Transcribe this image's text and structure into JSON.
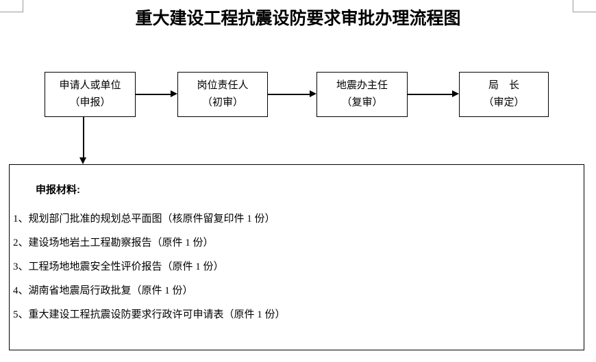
{
  "page": {
    "title": "重大建设工程抗震设防要求审批办理流程图",
    "background_color": "#ffffff",
    "line_color": "#000000",
    "crop_mark_color": "#9a9a9a"
  },
  "flow": {
    "steps": [
      {
        "id": "applicant",
        "line1": "申请人或单位",
        "line2": "（申报）"
      },
      {
        "id": "officer",
        "line1": "岗位责任人",
        "line2": "（初审）"
      },
      {
        "id": "director",
        "line1": "地震办主任",
        "line2": "（复审）"
      },
      {
        "id": "chief",
        "line1": "局　长",
        "line2": "（审定）"
      }
    ],
    "connectors": [
      {
        "id": "applicant-to-officer",
        "direction": "right"
      },
      {
        "id": "officer-to-director",
        "direction": "right"
      },
      {
        "id": "director-to-chief",
        "direction": "right"
      },
      {
        "id": "applicant-to-materials",
        "direction": "down"
      }
    ]
  },
  "materials": {
    "heading": "申报材料:",
    "items": [
      "1、规划部门批准的规划总平面图（核原件留复印件 1 份）",
      "2、建设场地岩土工程勘察报告（原件 1 份）",
      "3、工程场地地震安全性评价报告（原件 1 份）",
      "4、湖南省地震局行政批复（原件 1 份）",
      "5、重大建设工程抗震设防要求行政许可申请表（原件 1 份）"
    ]
  }
}
